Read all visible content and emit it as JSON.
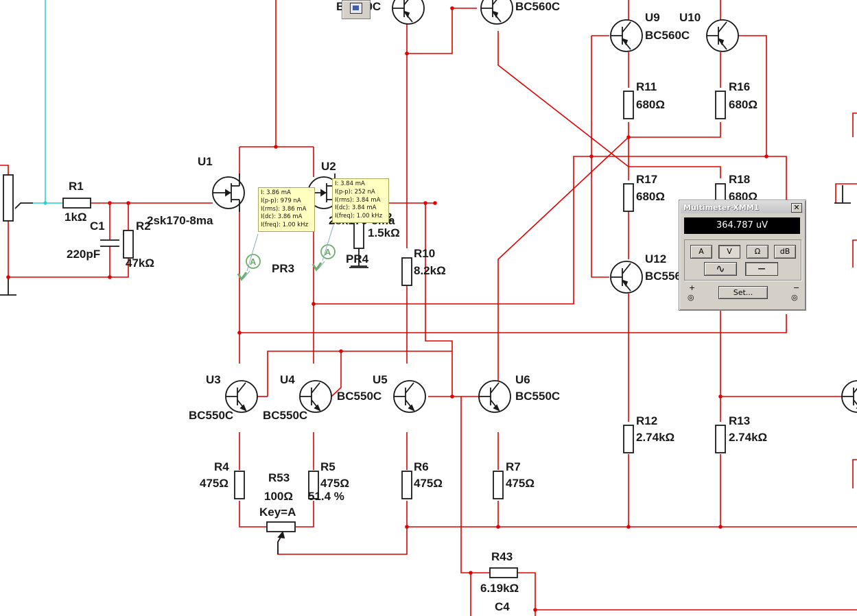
{
  "labels": [
    {
      "id": "lbl-bc560c-top-left",
      "text": "BC560C"
    },
    {
      "id": "lbl-bc560c-top",
      "text": "BC560C"
    },
    {
      "id": "lbl-u9",
      "text": "U9"
    },
    {
      "id": "lbl-u10",
      "text": "U10"
    },
    {
      "id": "lbl-u9-part",
      "text": "BC560C"
    },
    {
      "id": "lbl-r11",
      "text": "R11"
    },
    {
      "id": "lbl-r11-val",
      "text": "680Ω"
    },
    {
      "id": "lbl-r16",
      "text": "R16"
    },
    {
      "id": "lbl-r16-val",
      "text": "680Ω"
    },
    {
      "id": "lbl-r17",
      "text": "R17"
    },
    {
      "id": "lbl-r17-val",
      "text": "680Ω"
    },
    {
      "id": "lbl-r18",
      "text": "R18"
    },
    {
      "id": "lbl-r18-val",
      "text": "680Ω"
    },
    {
      "id": "lbl-u12",
      "text": "U12"
    },
    {
      "id": "lbl-u12-part",
      "text": "BC556"
    },
    {
      "id": "lbl-u1",
      "text": "U1"
    },
    {
      "id": "lbl-u2",
      "text": "U2"
    },
    {
      "id": "lbl-u1-part",
      "text": "2sk170-8ma"
    },
    {
      "id": "lbl-u2-part",
      "text": "2sk170-8ma"
    },
    {
      "id": "lbl-r1",
      "text": "R1"
    },
    {
      "id": "lbl-r1-val",
      "text": "1kΩ"
    },
    {
      "id": "lbl-c1",
      "text": "C1"
    },
    {
      "id": "lbl-c1-val",
      "text": "220pF"
    },
    {
      "id": "lbl-r2",
      "text": "R2"
    },
    {
      "id": "lbl-r2-val",
      "text": "47kΩ"
    },
    {
      "id": "lbl-r2-extra",
      "text": "2"
    },
    {
      "id": "lbl-r-15k",
      "text": "1.5kΩ"
    },
    {
      "id": "lbl-pr3",
      "text": "PR3"
    },
    {
      "id": "lbl-pr4",
      "text": "PR4"
    },
    {
      "id": "lbl-r10",
      "text": "R10"
    },
    {
      "id": "lbl-r10-val",
      "text": "8.2kΩ"
    },
    {
      "id": "lbl-u3",
      "text": "U3"
    },
    {
      "id": "lbl-u3-part",
      "text": "BC550C"
    },
    {
      "id": "lbl-u4",
      "text": "U4"
    },
    {
      "id": "lbl-u4-part",
      "text": "BC550C"
    },
    {
      "id": "lbl-u5",
      "text": "U5"
    },
    {
      "id": "lbl-u5-part",
      "text": "BC550C"
    },
    {
      "id": "lbl-u6",
      "text": "U6"
    },
    {
      "id": "lbl-u6-part",
      "text": "BC550C"
    },
    {
      "id": "lbl-r12",
      "text": "R12"
    },
    {
      "id": "lbl-r12-val",
      "text": "2.74kΩ"
    },
    {
      "id": "lbl-r13",
      "text": "R13"
    },
    {
      "id": "lbl-r13-val",
      "text": "2.74kΩ"
    },
    {
      "id": "lbl-r4",
      "text": "R4"
    },
    {
      "id": "lbl-r4-val",
      "text": "475Ω"
    },
    {
      "id": "lbl-r53",
      "text": "R53"
    },
    {
      "id": "lbl-r53-val",
      "text": "100Ω"
    },
    {
      "id": "lbl-r53-key",
      "text": "Key=A"
    },
    {
      "id": "lbl-r53-pct",
      "text": "51.4 %"
    },
    {
      "id": "lbl-r5",
      "text": "R5"
    },
    {
      "id": "lbl-r5-val",
      "text": "475Ω"
    },
    {
      "id": "lbl-r6",
      "text": "R6"
    },
    {
      "id": "lbl-r6-val",
      "text": "475Ω"
    },
    {
      "id": "lbl-r7",
      "text": "R7"
    },
    {
      "id": "lbl-r7-val",
      "text": "475Ω"
    },
    {
      "id": "lbl-r43",
      "text": "R43"
    },
    {
      "id": "lbl-r43-val",
      "text": "6.19kΩ"
    },
    {
      "id": "lbl-c4",
      "text": "C4"
    }
  ],
  "probe_pr3": {
    "lines": [
      "I: 3.86 mA",
      "I(p-p): 979 nA",
      "I(rms): 3.86 mA",
      "I(dc): 3.86 mA",
      "I(freq): 1.00 kHz"
    ]
  },
  "probe_pr4": {
    "lines": [
      "I: 3.84 mA",
      "I(p-p): 252 nA",
      "I(rms): 3.84 mA",
      "I(dc): 3.84 mA",
      "I(freq): 1.00 kHz"
    ]
  },
  "multimeter": {
    "title": "Multimeter-XMM1",
    "close": "✕",
    "reading": "364.787 uV",
    "modes": [
      "A",
      "V",
      "Ω",
      "dB"
    ],
    "selected_mode": "V",
    "ac_glyph": "∿",
    "dc_glyph": "—",
    "set_label": "Set...",
    "plus": "+",
    "minus": "−"
  },
  "colors": {
    "wire": "#e00000",
    "input_wire": "#2ad2d2",
    "component": "#1a1a1a",
    "probe_icon": "#6ab06a"
  }
}
